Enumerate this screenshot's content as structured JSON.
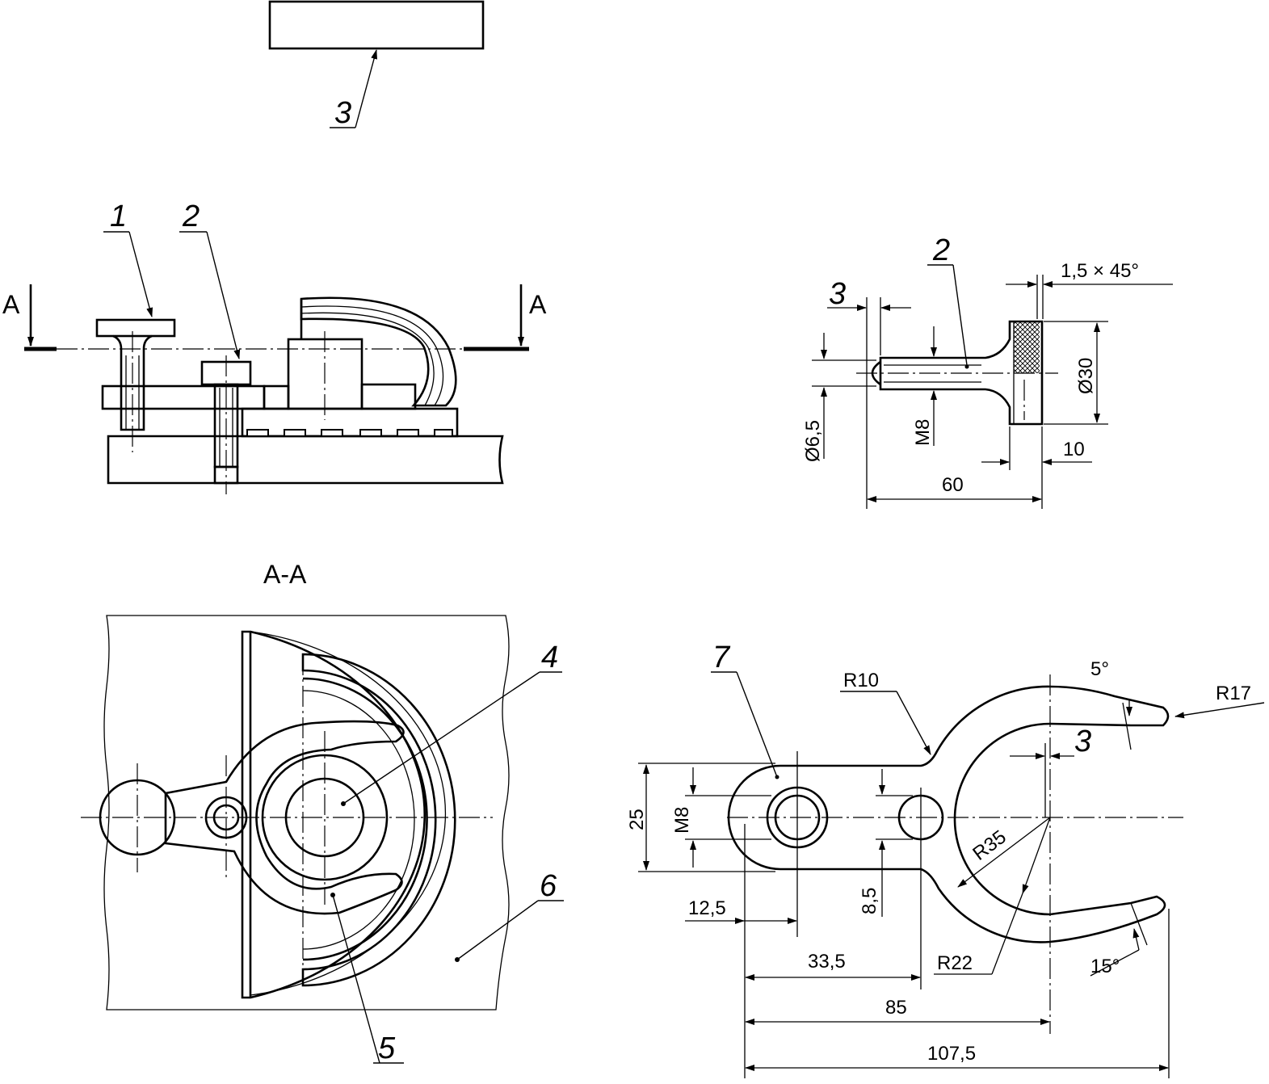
{
  "section_mark": {
    "letter_left": "A",
    "letter_right": "A",
    "section_title": "A-A"
  },
  "callouts": {
    "c1": "1",
    "c2": "2",
    "c3": "3",
    "c4": "4",
    "c5": "5",
    "c6": "6",
    "c7": "7",
    "d2": "2",
    "d3": "3",
    "h3": "3"
  },
  "screw_dims": {
    "chamfer": "1,5 × 45°",
    "dia_head": "Ø30",
    "dia_tip": "Ø6,5",
    "thread": "M8",
    "head_len": "10",
    "total_len": "60"
  },
  "hook_dims": {
    "r10": "R10",
    "r17": "R17",
    "r35": "R35",
    "r22": "R22",
    "a5": "5°",
    "a15": "15°",
    "w25": "25",
    "m8": "M8",
    "d85": "8,5",
    "l125": "12,5",
    "l335": "33,5",
    "l85": "85",
    "l1075": "107,5"
  }
}
